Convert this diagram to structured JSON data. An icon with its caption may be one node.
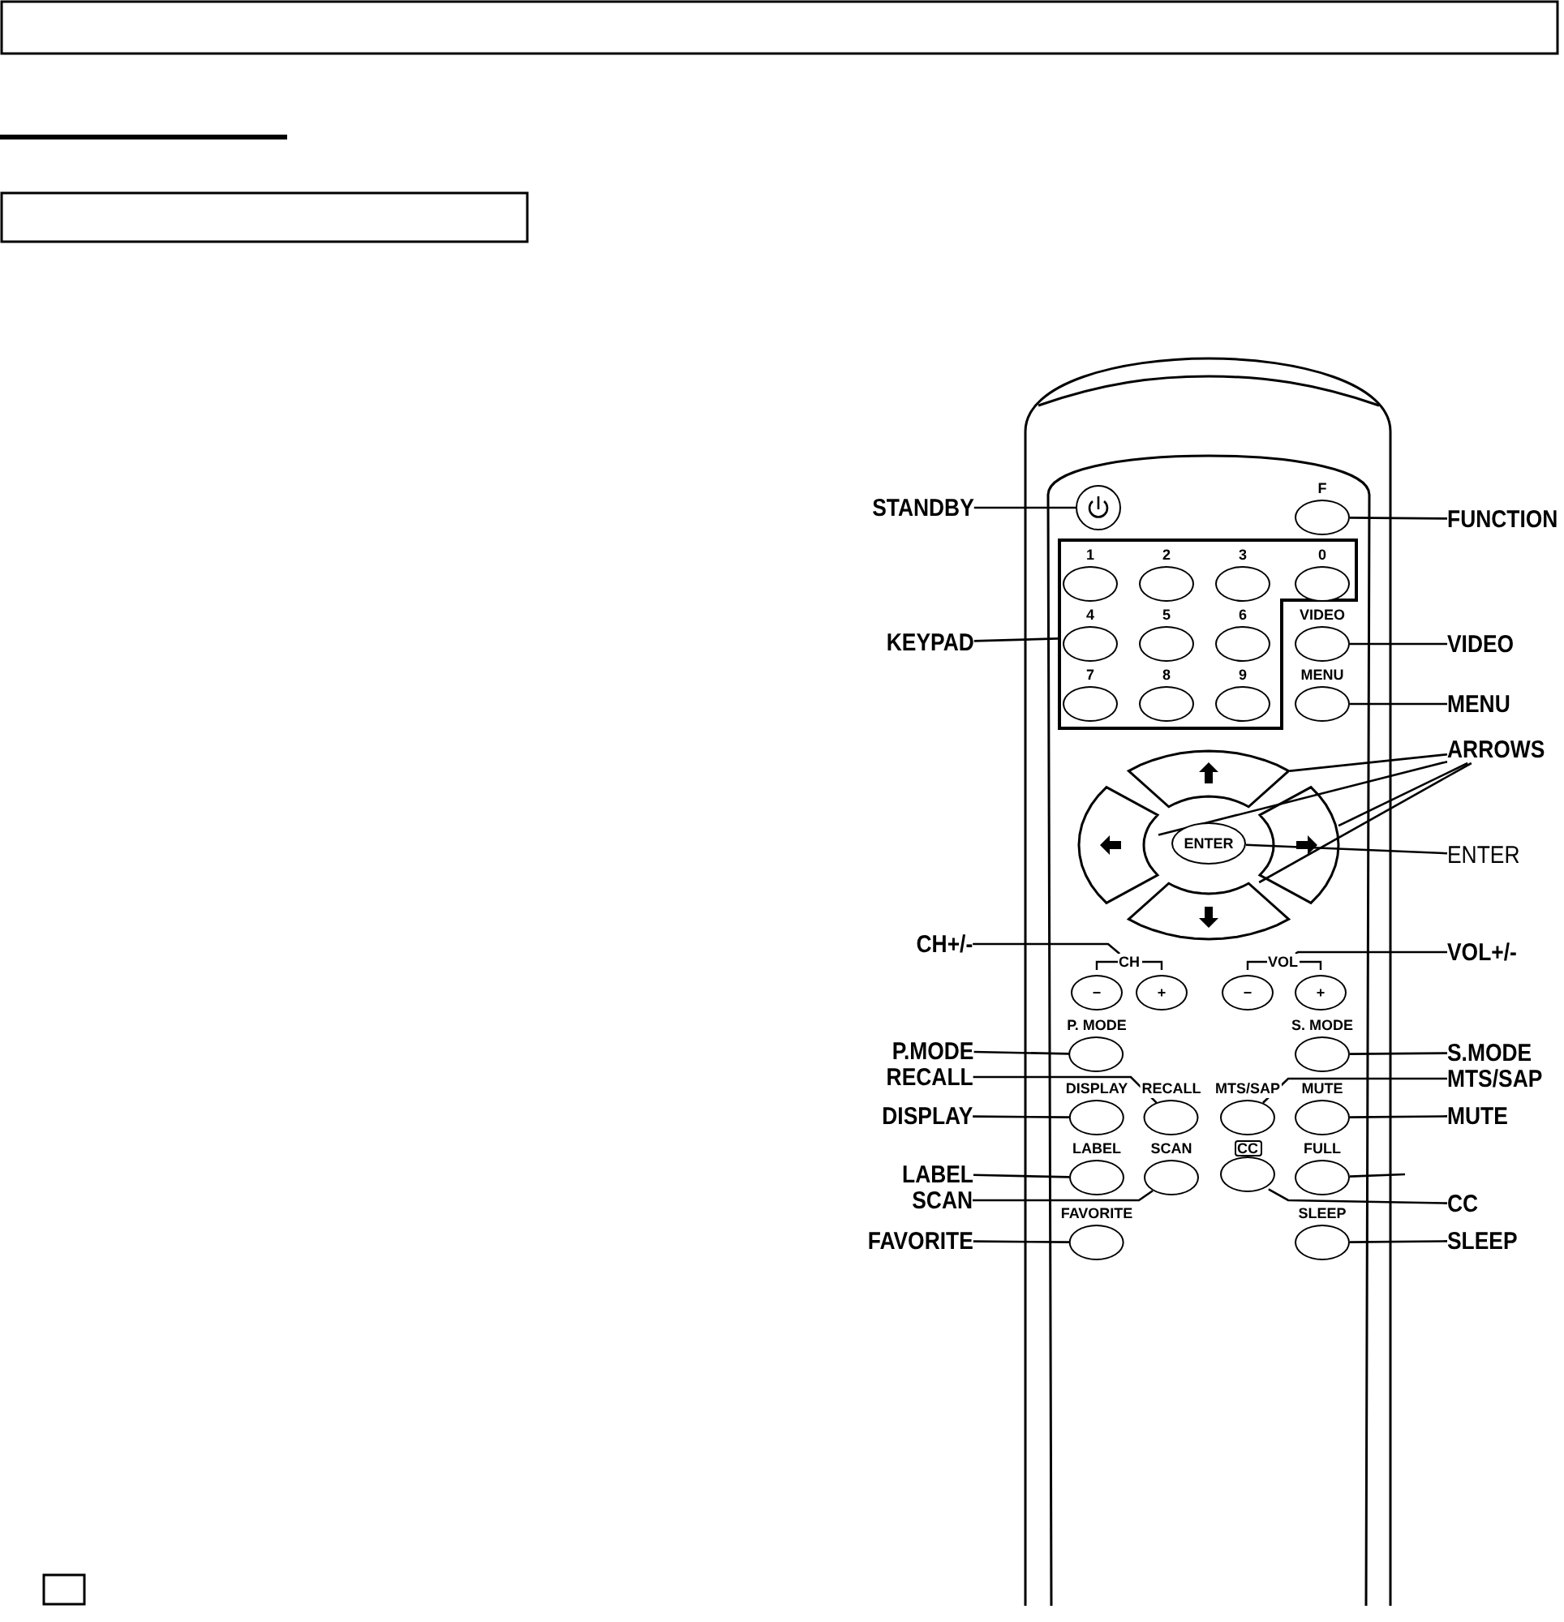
{
  "diagram": {
    "nodes": [
      {
        "text": [
          "STANDBY"
        ]
      },
      {
        "text": [],
        "shape": "circle"
      },
      {
        "text": [
          "F"
        ]
      },
      {
        "text": [
          "FUNCTION"
        ]
      },
      {
        "text": [
          "KEYPAD"
        ]
      },
      {
        "text": [],
        "shape": "box"
      },
      {
        "text": [
          "1"
        ],
        "in": 5
      },
      {
        "text": [
          "2"
        ],
        "in": 5
      },
      {
        "text": [
          "3"
        ],
        "in": 5
      },
      {
        "text": [
          "0"
        ],
        "in": 5
      },
      {
        "text": [
          "4"
        ],
        "in": 5
      },
      {
        "text": [
          "5"
        ],
        "in": 5
      },
      {
        "text": [
          "6"
        ],
        "in": 5
      },
      {
        "text": [
          "7"
        ],
        "in": 5
      },
      {
        "text": [
          "8"
        ],
        "in": 5
      },
      {
        "text": [
          "9"
        ],
        "in": 5
      },
      {
        "text": [
          "VIDEO"
        ]
      },
      {
        "text": [
          "VIDEO"
        ]
      },
      {
        "text": [
          "MENU"
        ]
      },
      {
        "text": [
          "MENU"
        ]
      },
      {
        "text": [],
        "shape": "segment"
      },
      {
        "text": [
          "ARROWS"
        ]
      },
      {
        "text": [],
        "shape": "segment"
      },
      {
        "text": [
          "ENTER"
        ]
      },
      {
        "text": [],
        "shape": "segment"
      },
      {
        "text": [
          "ENTER"
        ]
      },
      {
        "text": [],
        "shape": "segment"
      },
      {
        "text": [
          "CH+/-"
        ]
      },
      {
        "text": [
          "CH"
        ]
      },
      {
        "text": [
          "−"
        ]
      },
      {
        "text": [
          "+"
        ]
      },
      {
        "text": [
          "VOL"
        ]
      },
      {
        "text": [
          "−"
        ]
      },
      {
        "text": [
          "+"
        ]
      },
      {
        "text": [
          "VOL+/-"
        ]
      },
      {
        "text": [
          "P.MODE"
        ]
      },
      {
        "text": [
          "P. MODE"
        ]
      },
      {
        "text": [
          "S. MODE"
        ]
      },
      {
        "text": [
          "S.MODE"
        ]
      },
      {
        "text": [
          "RECALL"
        ]
      },
      {
        "text": [
          "MTS/SAP"
        ]
      },
      {
        "text": [
          "DISPLAY"
        ]
      },
      {
        "text": [
          "DISPLAY"
        ]
      },
      {
        "text": [
          "RECALL"
        ]
      },
      {
        "text": [
          "MTS/SAP"
        ]
      },
      {
        "text": [
          "MUTE"
        ]
      },
      {
        "text": [
          "MUTE"
        ]
      },
      {
        "text": [
          "LABEL"
        ]
      },
      {
        "text": [
          "LABEL"
        ]
      },
      {
        "text": [
          "SCAN"
        ]
      },
      {
        "text": [
          "CC"
        ]
      },
      {
        "text": [
          "FULL"
        ]
      },
      {
        "text": [
          "SCAN"
        ]
      },
      {
        "text": [
          "CC"
        ]
      },
      {
        "text": [
          "FAVORITE"
        ]
      },
      {
        "text": [
          "FAVORITE"
        ]
      },
      {
        "text": [
          "SLEEP"
        ]
      },
      {
        "text": [
          "SLEEP"
        ]
      }
    ],
    "edges": [
      {
        "from": 0,
        "to": 1,
        "arrow": "none"
      },
      {
        "from": 3,
        "to": 2,
        "arrow": "none"
      },
      {
        "from": 4,
        "to": 5,
        "arrow": "none"
      },
      {
        "from": 17,
        "to": 16,
        "arrow": "none"
      },
      {
        "from": 19,
        "to": 18,
        "arrow": "none"
      },
      {
        "from": 21,
        "to": 20,
        "arrow": "none"
      },
      {
        "from": 21,
        "to": 22,
        "arrow": "none"
      },
      {
        "from": 21,
        "to": 24,
        "arrow": "none"
      },
      {
        "from": 21,
        "to": 26,
        "arrow": "none"
      },
      {
        "from": 25,
        "to": 23,
        "arrow": "none"
      },
      {
        "from": 27,
        "to": 28,
        "arrow": "none"
      },
      {
        "from": 34,
        "to": 31,
        "arrow": "none"
      },
      {
        "from": 35,
        "to": 36,
        "arrow": "none"
      },
      {
        "from": 38,
        "to": 37,
        "arrow": "none"
      },
      {
        "from": 39,
        "to": 43,
        "arrow": "none"
      },
      {
        "from": 40,
        "to": 44,
        "arrow": "none"
      },
      {
        "from": 41,
        "to": 42,
        "arrow": "none"
      },
      {
        "from": 46,
        "to": 45,
        "arrow": "none"
      },
      {
        "from": 47,
        "to": 48,
        "arrow": "none"
      },
      {
        "from": null,
        "to": 51,
        "arrow": "none"
      },
      {
        "from": 52,
        "to": 49,
        "arrow": "none"
      },
      {
        "from": 53,
        "to": 50,
        "arrow": "none"
      },
      {
        "from": 54,
        "to": 55,
        "arrow": "none"
      },
      {
        "from": 57,
        "to": 56,
        "arrow": "none"
      }
    ]
  }
}
